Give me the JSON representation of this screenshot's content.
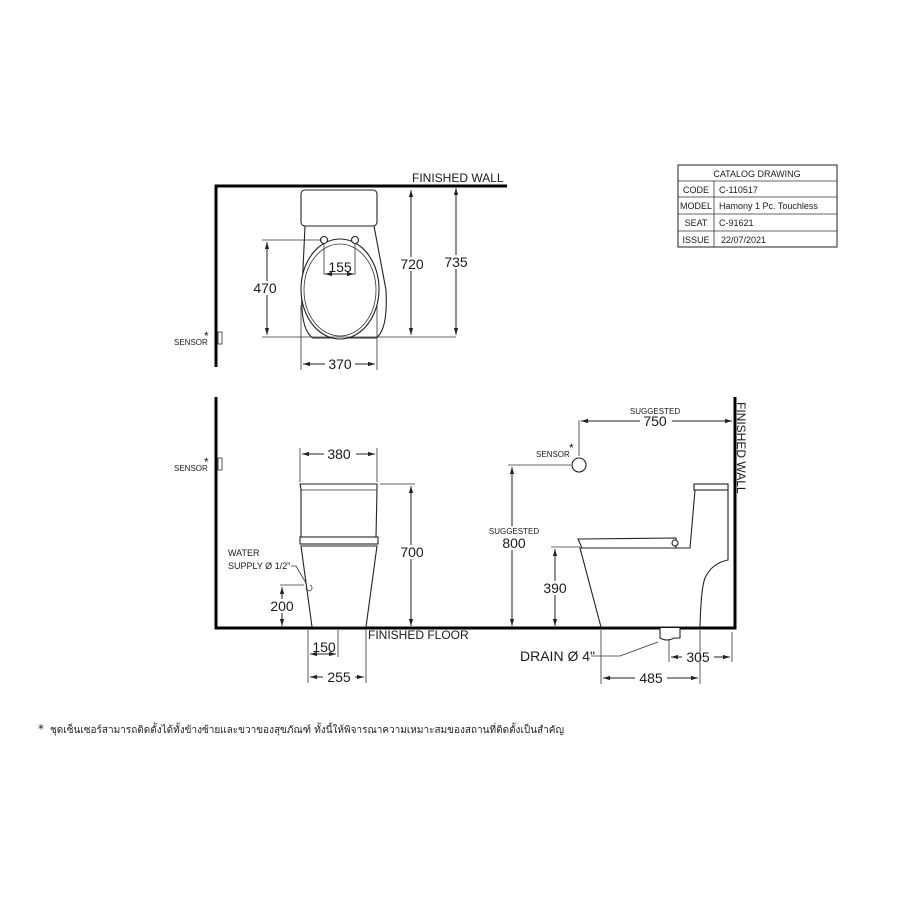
{
  "catalog": {
    "title": "CATALOG DRAWING",
    "rows": [
      {
        "label": "CODE",
        "value": "C-110517"
      },
      {
        "label": "MODEL",
        "value": "Hamony 1 Pc. Touchless"
      },
      {
        "label": "SEAT",
        "value": "C-91621"
      },
      {
        "label": "ISSUE",
        "value": "22/07/2021"
      }
    ]
  },
  "labels": {
    "finished_wall": "FINISHED WALL",
    "finished_floor": "FINISHED FLOOR",
    "sensor": "SENSOR",
    "asterisk": "*",
    "water_supply_1": "WATER",
    "water_supply_2": "SUPPLY Ø 1/2\"",
    "suggested": "SUGGESTED",
    "drain": "DRAIN Ø 4\""
  },
  "dimensions": {
    "top_view": {
      "seat_length": "470",
      "hinge_spacing": "155",
      "body_length": "720",
      "overall_length": "735",
      "width": "370"
    },
    "front_view": {
      "tank_width": "380",
      "height": "700",
      "water_supply_height": "200",
      "supply_offset": "150",
      "base_width": "255"
    },
    "side_view": {
      "sensor_from_wall": "750",
      "sensor_height": "800",
      "seat_height": "390",
      "drain_from_wall": "305",
      "base_depth": "485"
    }
  },
  "footnote": {
    "marker": "*",
    "text": "ชุดเซ็นเซอร์สามารถติดตั้งได้ทั้งข้างซ้ายและขวาของสุขภัณฑ์ ทั้งนี้ให้พิจารณาความเหมาะสมของสถานที่ติดตั้งเป็นสำคัญ"
  }
}
